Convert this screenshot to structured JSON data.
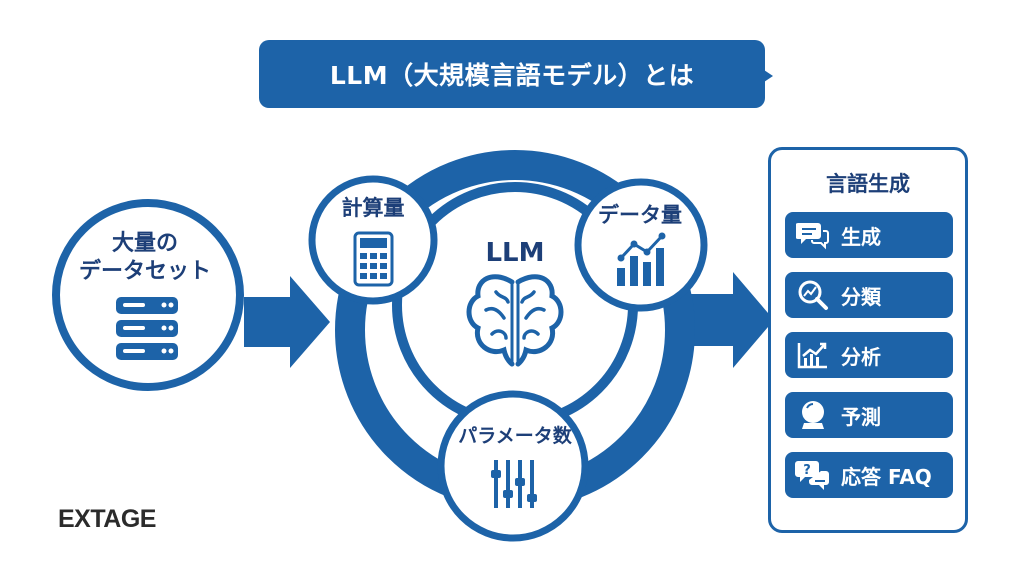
{
  "title": "LLM（大規模言語モデル）とは",
  "logo": "EXTAGE",
  "nodes": {
    "dataset": {
      "label": "大量の\nデータセット",
      "icon": "server-stack-icon"
    },
    "compute": {
      "label": "計算量",
      "icon": "calculator-icon"
    },
    "data_volume": {
      "label": "データ量",
      "icon": "bar-line-chart-icon"
    },
    "llm": {
      "label": "LLM",
      "icon": "brain-icon"
    },
    "parameters": {
      "label": "パラメータ数",
      "icon": "sliders-icon"
    }
  },
  "output_panel": {
    "title": "言語生成",
    "tasks": [
      {
        "label": "生成",
        "icon": "speech-bubbles-icon"
      },
      {
        "label": "分類",
        "icon": "magnifier-chart-icon"
      },
      {
        "label": "分析",
        "icon": "line-chart-icon"
      },
      {
        "label": "予測",
        "icon": "crystal-ball-icon"
      },
      {
        "label": "応答 FAQ",
        "icon": "faq-bubbles-icon"
      }
    ]
  },
  "colors": {
    "primary": "#1d63a8",
    "text_dark": "#1d3f78",
    "background": "#ffffff"
  }
}
